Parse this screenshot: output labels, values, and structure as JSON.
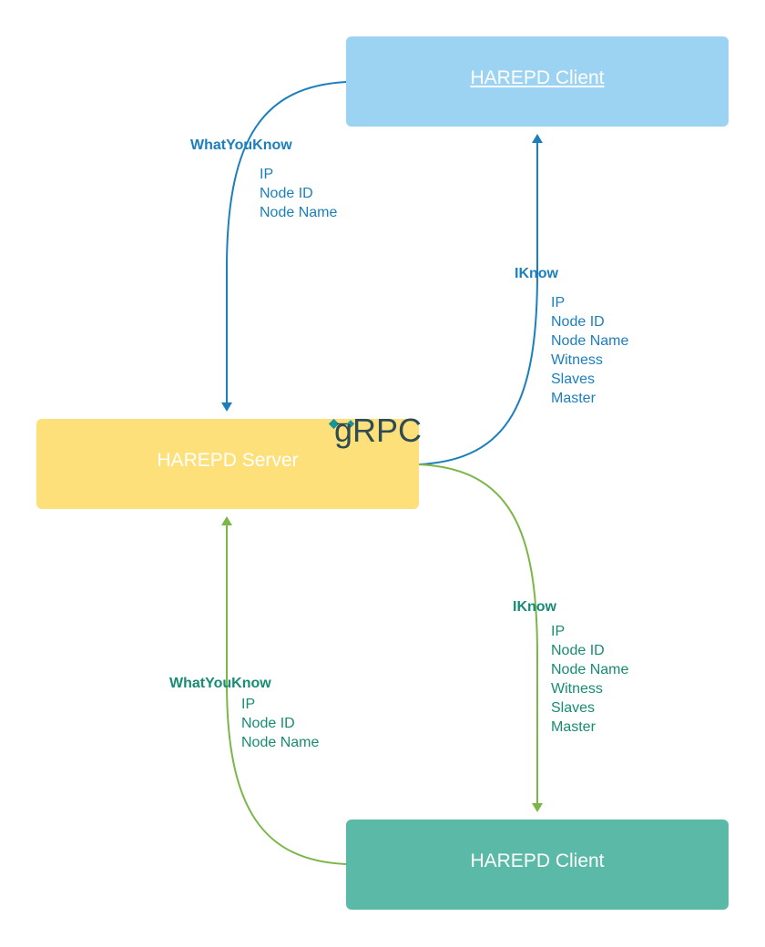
{
  "nodes": {
    "client_top": {
      "label": "HAREPD Client"
    },
    "server": {
      "label": "HAREPD Server",
      "badge": "gRPC"
    },
    "client_bottom": {
      "label": "HAREPD Client"
    }
  },
  "edges": {
    "top_whatyouknow": {
      "label": "WhatYouKnow",
      "fields": [
        "IP",
        "Node ID",
        "Node Name"
      ]
    },
    "top_iknow": {
      "label": "IKnow",
      "fields": [
        "IP",
        "Node ID",
        "Node Name",
        "Witness",
        "Slaves",
        "Master"
      ]
    },
    "bottom_iknow": {
      "label": "IKnow",
      "fields": [
        "IP",
        "Node ID",
        "Node Name",
        "Witness",
        "Slaves",
        "Master"
      ]
    },
    "bottom_whatyouknow": {
      "label": "WhatYouKnow",
      "fields": [
        "IP",
        "Node ID",
        "Node Name"
      ]
    }
  },
  "colors": {
    "client_top_fill": "#9cd3f2",
    "server_fill": "#fde07a",
    "client_bottom_fill": "#5bbaa7",
    "blue_edge": "#1b7fbd",
    "green_edge": "#7ab648",
    "teal_text": "#178c74"
  }
}
